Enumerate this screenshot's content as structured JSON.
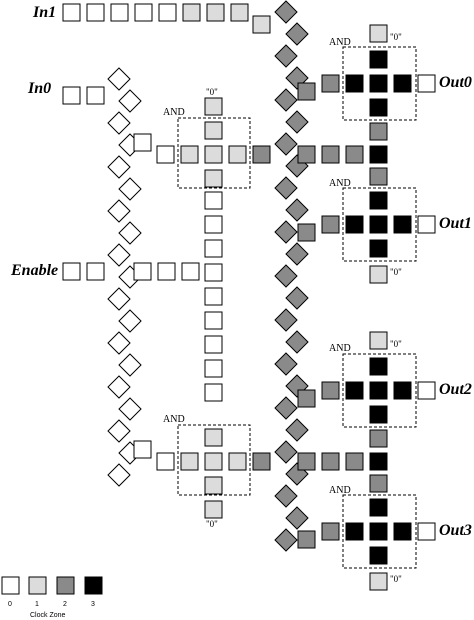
{
  "labels": {
    "in1": "In1",
    "in0": "In0",
    "enable": "Enable",
    "out0": "Out0",
    "out1": "Out1",
    "out2": "Out2",
    "out3": "Out3"
  },
  "gate_label": "AND",
  "fixed_input_label": "\"0\"",
  "legend": {
    "title": "Clock Zone",
    "items": [
      {
        "label": "0",
        "zone": 0
      },
      {
        "label": "1",
        "zone": 1
      },
      {
        "label": "2",
        "zone": 2
      },
      {
        "label": "3",
        "zone": 3
      }
    ]
  },
  "zone_colors": {
    "0": "#ffffff",
    "1": "#dcdcdc",
    "2": "#8a8a8a",
    "3": "#000000"
  }
}
